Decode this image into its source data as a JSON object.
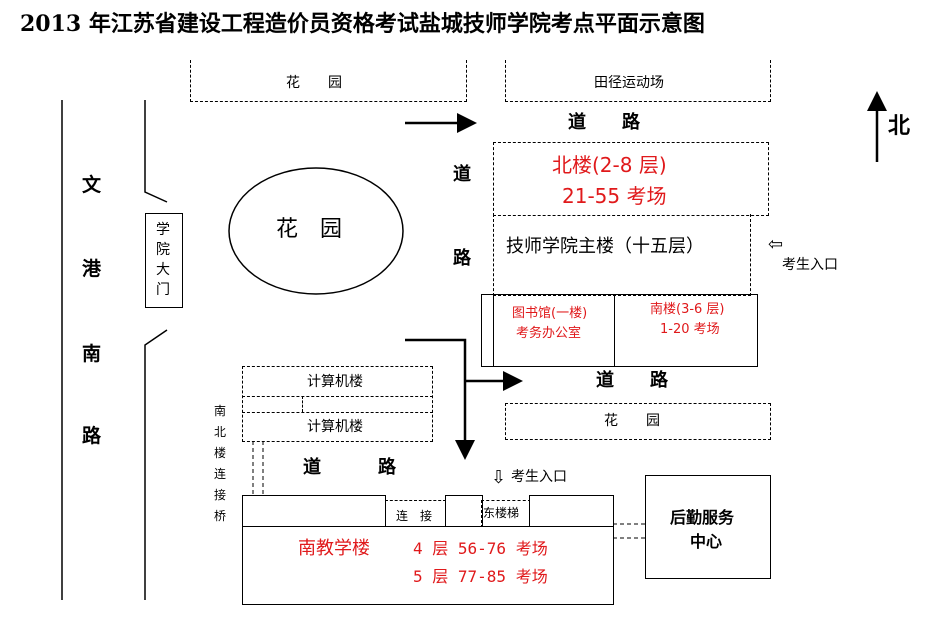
{
  "title": "2013 年江苏省建设工程造价员资格考试盐城技师学院考点平面示意图",
  "north": "北",
  "garden_top": "花　　园",
  "track_field": "田径运动场",
  "road_top": "道　　路",
  "wengang_road": [
    "文",
    "港",
    "南",
    "路"
  ],
  "gate": [
    "学",
    "院",
    "大",
    "门"
  ],
  "garden_center": "花　园",
  "road_vertical": [
    "道",
    "路"
  ],
  "north_building": {
    "line1": "北楼(2-8 层)",
    "line2": "21-55 考场"
  },
  "main_building": "技师学院主楼（十五层）",
  "entrance_main": {
    "arrow": "⇦",
    "label": "考生入口"
  },
  "library": {
    "line1": "图书馆(一楼)",
    "line2": "考务办公室"
  },
  "south_building": {
    "line1": "南楼(3-6 层)",
    "line2": "1-20 考场"
  },
  "road_middle": "道　　路",
  "garden_east": "花　　园",
  "computer_building_1": "计算机楼",
  "computer_building_2": "计算机楼",
  "bridge": [
    "南",
    "北",
    "楼",
    "连",
    "接",
    "桥"
  ],
  "road_bottom": [
    "道",
    "路"
  ],
  "entrance_south": {
    "arrow": "⇩",
    "label": "考生入口"
  },
  "connector": "连　接",
  "east_stairs": "东楼梯",
  "south_teaching": {
    "name": "南教学楼",
    "line1": "4 层 56-76 考场",
    "line2": "5 层 77-85 考场"
  },
  "logistics": {
    "line1": "后勤服务",
    "line2": "中心"
  },
  "colors": {
    "red": "#e0191b"
  }
}
